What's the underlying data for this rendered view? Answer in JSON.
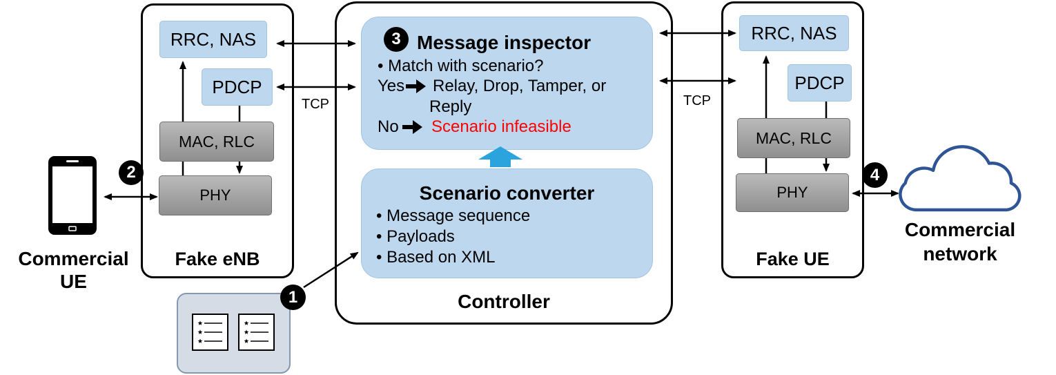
{
  "commercial_ue": {
    "label_lines": [
      "Commercial",
      "UE"
    ],
    "icon": "smartphone-icon",
    "step": "2"
  },
  "fake_enb": {
    "label": "Fake eNB",
    "layers": {
      "rrc_nas": "RRC, NAS",
      "pdcp": "PDCP",
      "mac_rlc": "MAC, RLC",
      "phy": "PHY"
    }
  },
  "links": {
    "enb_controller": "TCP",
    "controller_ue": "TCP"
  },
  "controller": {
    "label": "Controller",
    "message_inspector": {
      "step": "3",
      "title": "Message inspector",
      "check": "• Match with scenario?",
      "yes": {
        "label": "Yes",
        "outcome": "Relay, Drop, Tamper, or",
        "outcome_cont": "Reply"
      },
      "no": {
        "label": "No",
        "outcome": "Scenario infeasible"
      },
      "arrow_icon": "right-arrow-icon"
    },
    "flow_icon": "up-arrow-icon",
    "scenario_converter": {
      "title": "Scenario converter",
      "items": [
        "• Message sequence",
        "• Payloads",
        "• Based on XML"
      ]
    }
  },
  "scenario_files": {
    "icon": "checklist-icon",
    "step": "1"
  },
  "fake_ue": {
    "label": "Fake UE",
    "layers": {
      "rrc_nas": "RRC, NAS",
      "pdcp": "PDCP",
      "mac_rlc": "MAC, RLC",
      "phy": "PHY"
    }
  },
  "commercial_network": {
    "label_lines": [
      "Commercial",
      "network"
    ],
    "icon": "cloud-icon",
    "step": "4"
  },
  "colors": {
    "layer_upper": "#bdd7ee",
    "layer_lower": "#8f8f8f",
    "controller_module": "#bdd7ee",
    "flow_arrow": "#2ba4dd",
    "infeasible_text": "#ff0000",
    "cloud_outline": "#2f5597",
    "scenario_files_fill": "#d6dce5",
    "step_marker": "#000000"
  }
}
